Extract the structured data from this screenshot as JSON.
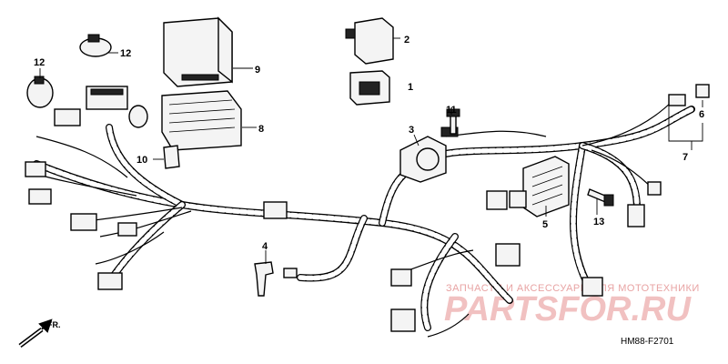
{
  "callouts": {
    "c1": "1",
    "c2": "2",
    "c3": "3",
    "c4": "4",
    "c5": "5",
    "c6": "6",
    "c7": "7",
    "c8": "8",
    "c9": "9",
    "c10": "10",
    "c11": "11",
    "c12a": "12",
    "c12b": "12",
    "c13": "13"
  },
  "front_marker": "FR.",
  "diagram_code": "HM88-F2701",
  "watermark": {
    "line1": "ЗАПЧАСТИ И АКСЕССУАРЫ ДЛЯ МОТОТЕХНИКИ",
    "line2": "PARTSFOR.RU"
  }
}
